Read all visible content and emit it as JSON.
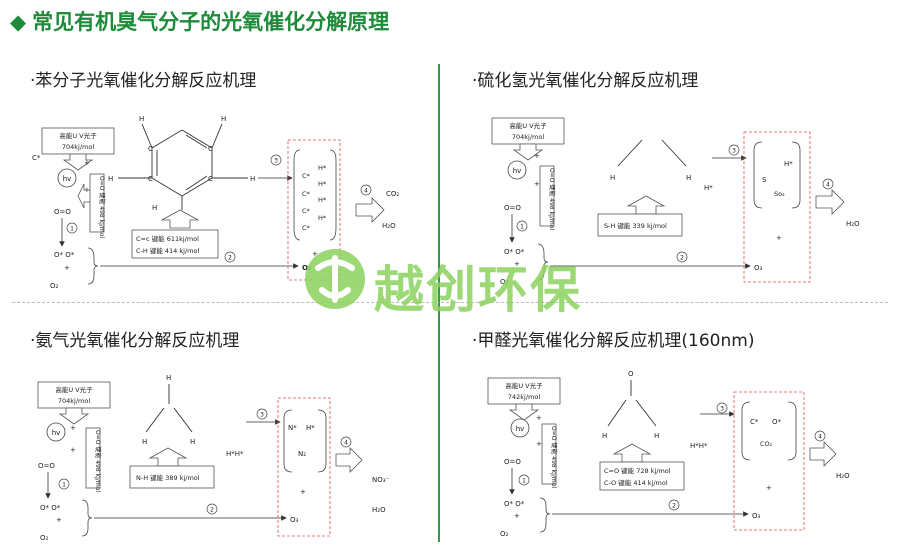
{
  "page_title": "常见有机臭气分子的光氧催化分解原理",
  "brand": "越创环保",
  "common": {
    "photon_line1": "高能U V光子",
    "hv": "hv",
    "oo_bond": "O=O 键能 498 kJ/mol",
    "o2_mol": "O=O",
    "o_radicals": "O*   O*",
    "o2": "O₂",
    "o3": "O₃",
    "plus": "+",
    "h2o": "H₂O",
    "step1": "1",
    "step2": "2",
    "step3": "3",
    "step4": "4"
  },
  "panels": [
    {
      "title": "·苯分子光氧催化分解反应机理",
      "photon_energy": "704kj/mol",
      "bond_info": [
        "C=c 键能 611kj/mol",
        "C-H 键能 414 kj/mol"
      ],
      "products": [
        "C*",
        "H*",
        "C*",
        "H*",
        "C*",
        "H*",
        "C*",
        "H*"
      ],
      "final": [
        "CO₂",
        "H₂O"
      ]
    },
    {
      "title": "·硫化氢光氧催化分解反应机理",
      "photon_energy": "704kj/mol",
      "bond_info": [
        "S-H 键能 339 kj/mol"
      ],
      "radical": "H*",
      "products": [
        "H*",
        "S",
        "So₂"
      ],
      "final": [
        "H₂O"
      ]
    },
    {
      "title": "·氨气光氧催化分解反应机理",
      "photon_energy": "704kj/mol",
      "bond_info": [
        "N-H 键能 389 kj/mol"
      ],
      "radical": "H*H*",
      "products": [
        "N*",
        "H*",
        "N₂"
      ],
      "final": [
        "NO₃⁻",
        "H₂O"
      ]
    },
    {
      "title": "·甲醛光氧催化分解反应机理(160nm)",
      "photon_energy": "742kj/mol",
      "bond_info": [
        "C=O 键能 728 kj/mol",
        "C-O 键能 414 kj/mol"
      ],
      "radical": "H*H*",
      "products": [
        "C*",
        "O*",
        "CO₂"
      ],
      "final": [
        "H₂O"
      ]
    }
  ],
  "atoms": {
    "C": "C",
    "H": "H",
    "S": "S",
    "N": "N",
    "O": "O",
    "C_radical": "C*"
  }
}
